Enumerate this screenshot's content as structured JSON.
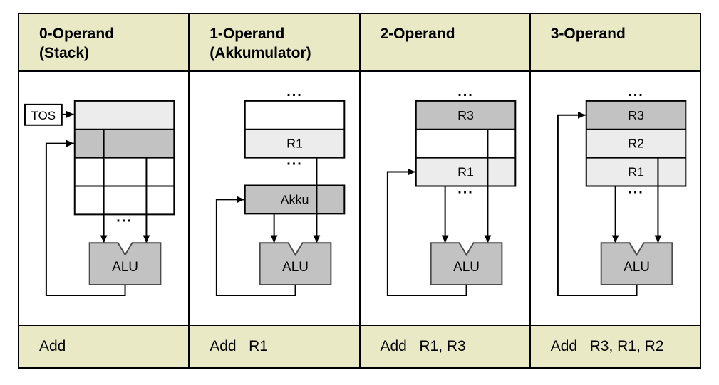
{
  "table": {
    "colors": {
      "header_bg": "#e9e9c6",
      "cell_light": "#ececec",
      "cell_dark": "#c2c2c2",
      "cell_white": "#ffffff",
      "alu_fill": "#c2c2c2",
      "alu_border": "#4d4d4d",
      "line": "#000000",
      "text": "#000000"
    },
    "columns": [
      {
        "header": {
          "line1": "0-Operand",
          "line2": "(Stack)"
        },
        "instruction": "Add",
        "diagram": {
          "type": "stack",
          "tos_label": "TOS",
          "ellipsis": "...",
          "alu_label": "ALU",
          "top_ellipsis": false,
          "cells": [
            {
              "label": "",
              "fill": "light"
            },
            {
              "label": "",
              "fill": "dark"
            },
            {
              "label": "",
              "fill": "white"
            },
            {
              "label": "",
              "fill": "white"
            }
          ],
          "left_input_from": 0,
          "right_input_from": 1,
          "feedback_to": 1
        }
      },
      {
        "header": {
          "line1": "1-Operand",
          "line2": "(Akkumulator)"
        },
        "instruction": "Add   R1",
        "diagram": {
          "type": "accumulator",
          "ellipsis": "...",
          "alu_label": "ALU",
          "akku_label": "Akku",
          "top_ellipsis": true,
          "cells": [
            {
              "label": "",
              "fill": "white"
            },
            {
              "label": "R1",
              "fill": "light"
            }
          ],
          "left_input_from": "akku",
          "right_input_from": 1,
          "feedback_to": "akku"
        }
      },
      {
        "header": {
          "line1": "2-Operand"
        },
        "instruction": "Add   R1, R3",
        "diagram": {
          "type": "registers",
          "ellipsis": "...",
          "alu_label": "ALU",
          "top_ellipsis": true,
          "cells": [
            {
              "label": "R3",
              "fill": "dark"
            },
            {
              "label": "",
              "fill": "white"
            },
            {
              "label": "R1",
              "fill": "light"
            }
          ],
          "left_input_from": 2,
          "right_input_from": 0,
          "feedback_to": 2
        }
      },
      {
        "header": {
          "line1": "3-Operand"
        },
        "instruction": "Add   R3, R1, R2",
        "diagram": {
          "type": "registers",
          "ellipsis": "...",
          "alu_label": "ALU",
          "top_ellipsis": true,
          "cells": [
            {
              "label": "R3",
              "fill": "dark"
            },
            {
              "label": "R2",
              "fill": "light"
            },
            {
              "label": "R1",
              "fill": "light"
            }
          ],
          "left_input_from": 2,
          "right_input_from": 1,
          "feedback_to": 0
        }
      }
    ]
  }
}
